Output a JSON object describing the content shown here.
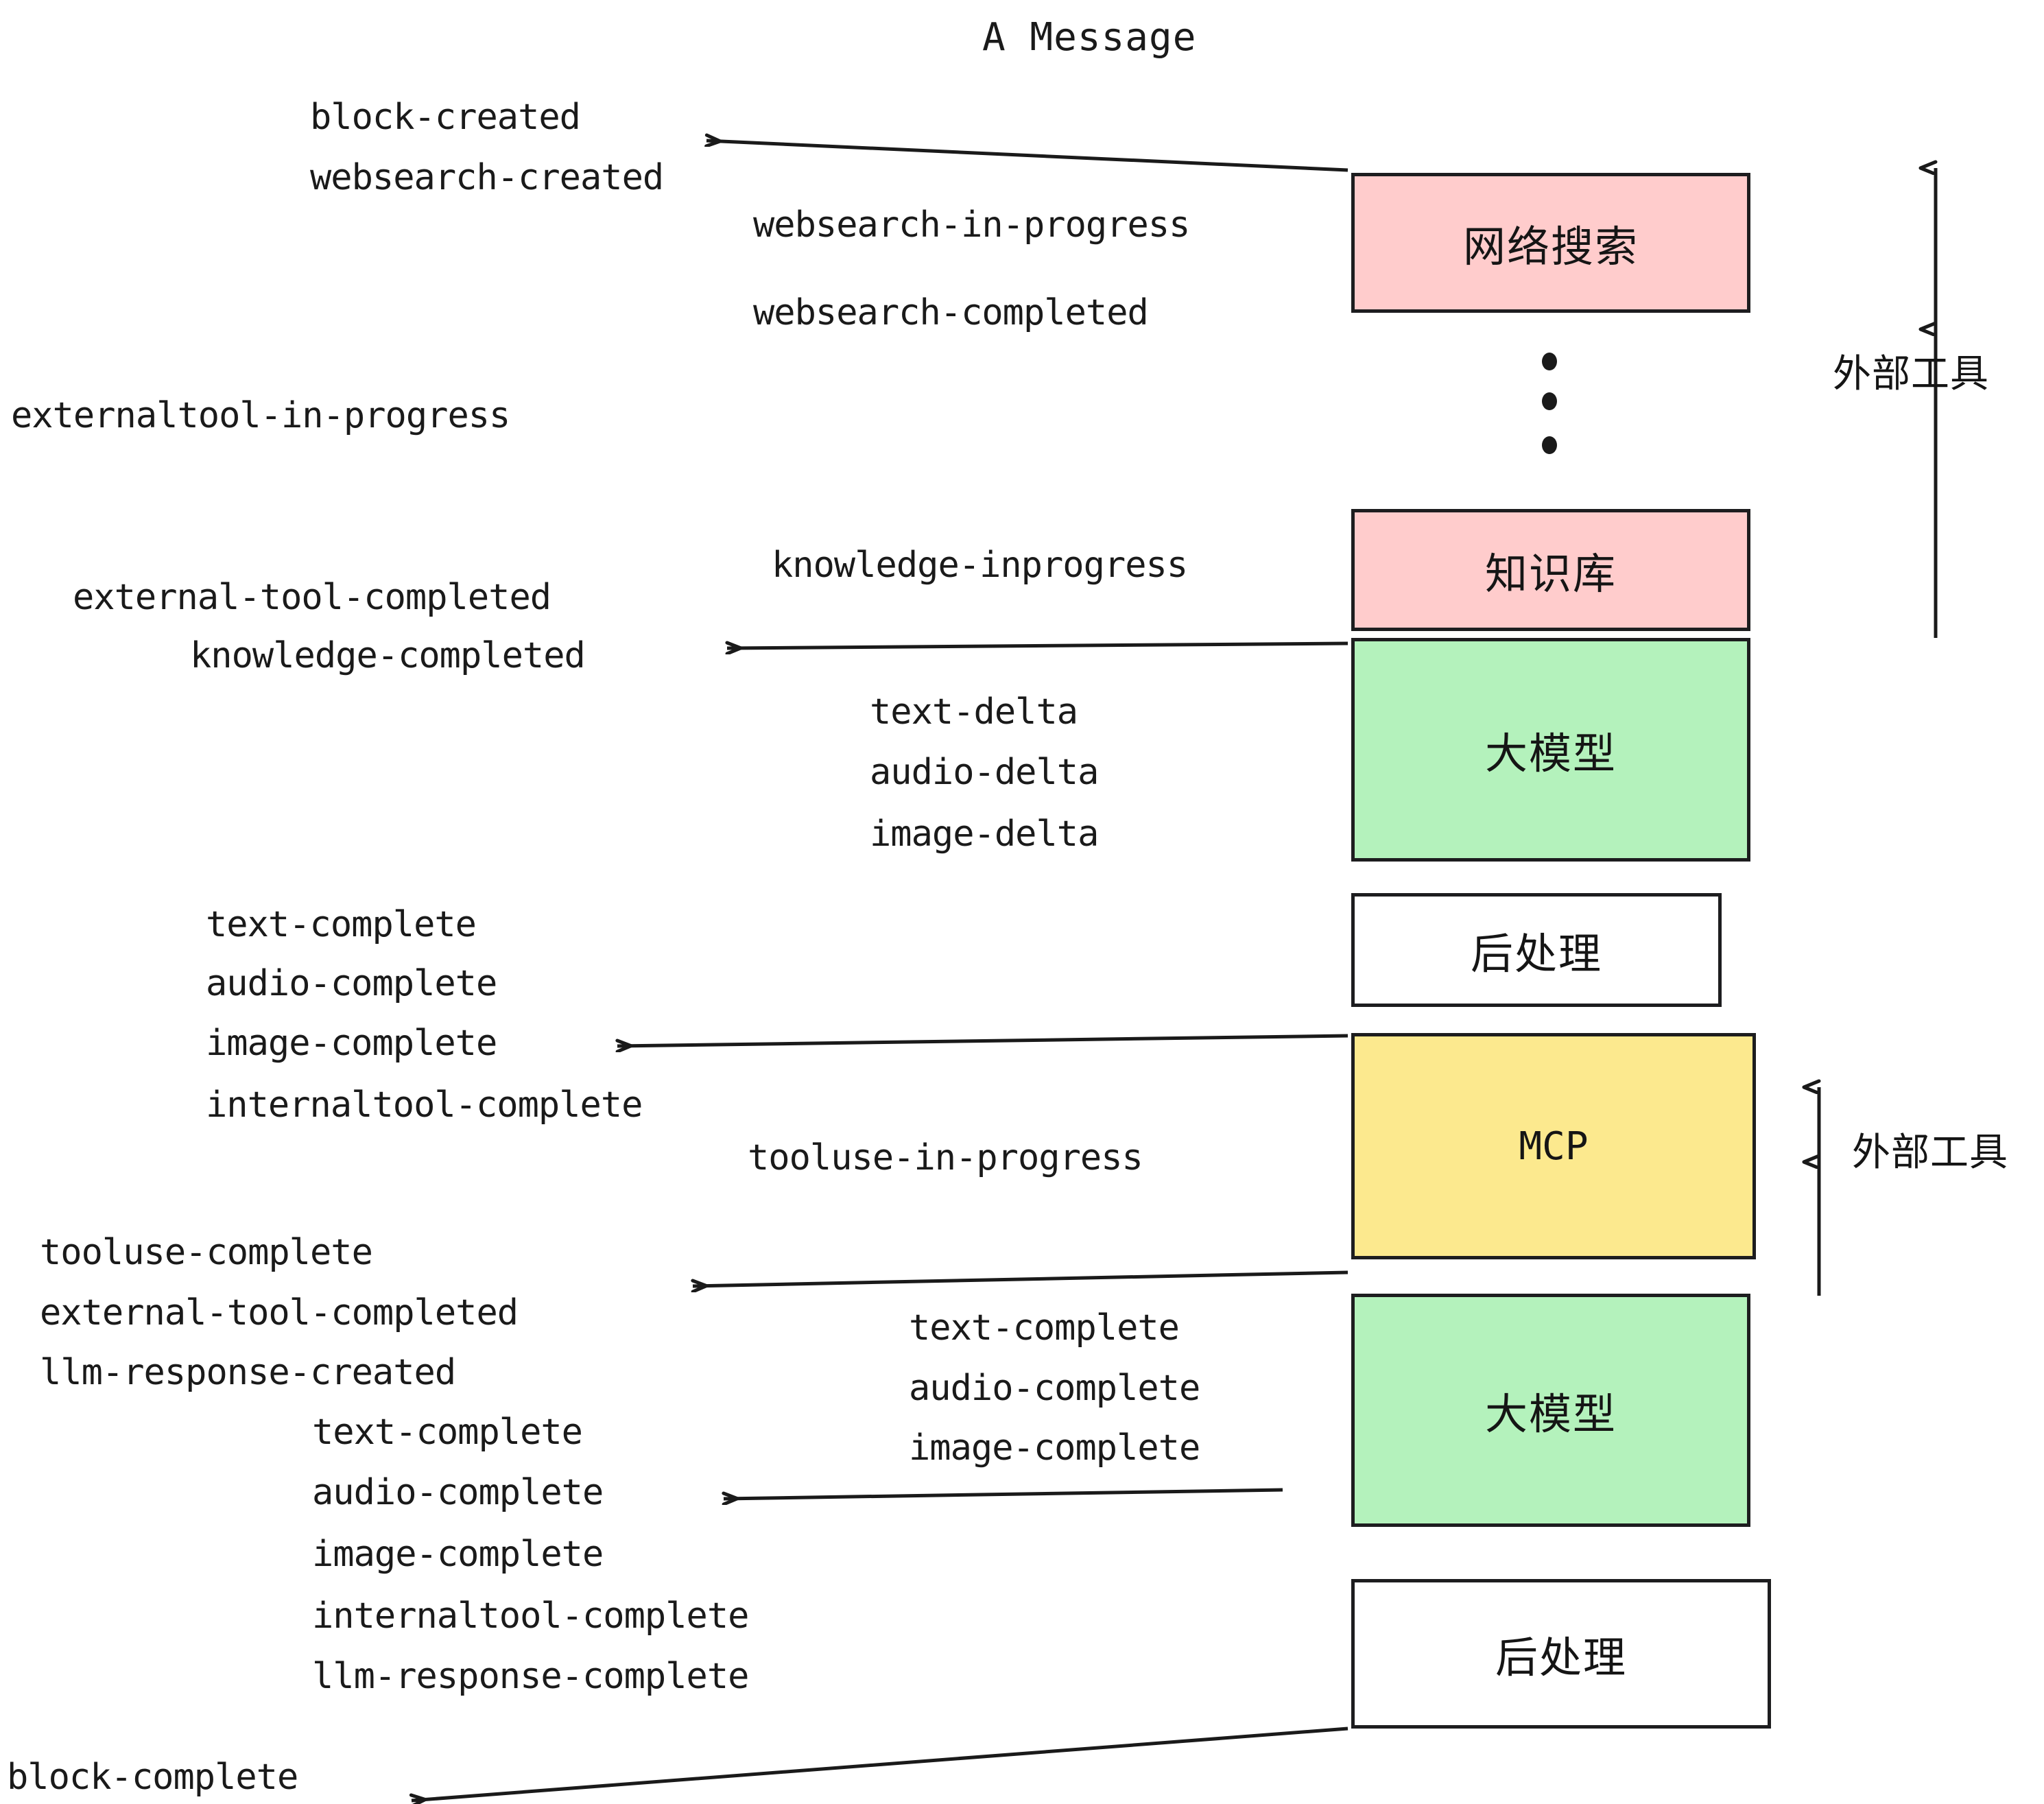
{
  "title": "A Message",
  "colors": {
    "pink": "#FFCCCC",
    "green": "#B4F2BC",
    "yellow": "#FCE98E",
    "white": "#FFFFFF",
    "stroke": "#1d1d1f",
    "text": "#1a1a1a"
  },
  "boxes": [
    {
      "label": "网络搜索",
      "fill": "#FFCCCC"
    },
    {
      "label": "知识库",
      "fill": "#FFCCCC"
    },
    {
      "label": "大模型",
      "fill": "#B4F2BC"
    },
    {
      "label": "后处理",
      "fill": "#FFFFFF"
    },
    {
      "label": "MCP",
      "fill": "#FCE98E"
    },
    {
      "label": "大模型",
      "fill": "#B4F2BC"
    },
    {
      "label": "后处理",
      "fill": "#FFFFFF"
    }
  ],
  "side_labels": [
    {
      "text": "外部工具"
    },
    {
      "text": "外部工具"
    }
  ],
  "events": [
    {
      "text": "block-created"
    },
    {
      "text": "websearch-created"
    },
    {
      "text": "websearch-in-progress"
    },
    {
      "text": "websearch-completed"
    },
    {
      "text": "externaltool-in-progress"
    },
    {
      "text": "knowledge-inprogress"
    },
    {
      "text": "external-tool-completed"
    },
    {
      "text": "knowledge-completed"
    },
    {
      "text": "text-delta"
    },
    {
      "text": "audio-delta"
    },
    {
      "text": "image-delta"
    },
    {
      "text": "text-complete"
    },
    {
      "text": "audio-complete"
    },
    {
      "text": "image-complete"
    },
    {
      "text": "internaltool-complete"
    },
    {
      "text": "tooluse-in-progress"
    },
    {
      "text": "tooluse-complete"
    },
    {
      "text": "external-tool-completed"
    },
    {
      "text": "llm-response-created"
    },
    {
      "text": "text-complete"
    },
    {
      "text": "audio-complete"
    },
    {
      "text": "image-complete"
    },
    {
      "text": "internaltool-complete"
    },
    {
      "text": "llm-response-complete"
    },
    {
      "text": "block-complete"
    }
  ],
  "ellipsis_dots": 3
}
